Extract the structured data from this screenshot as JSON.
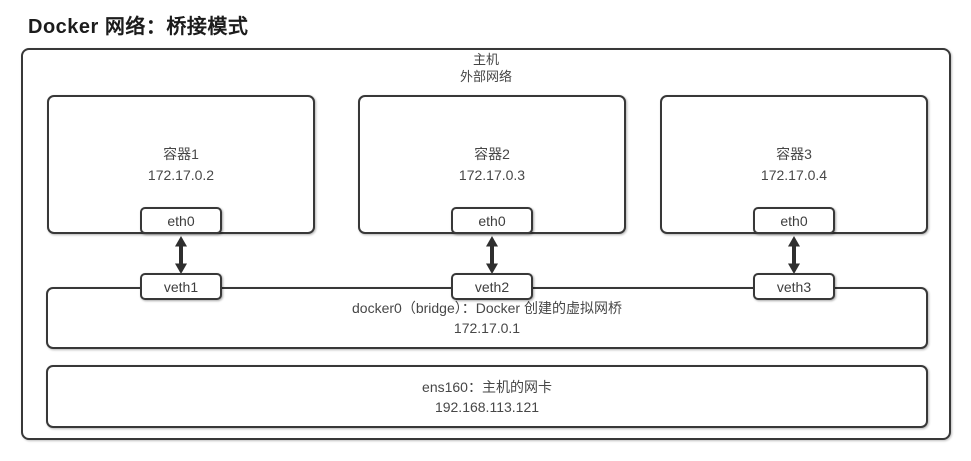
{
  "title": "Docker 网络：桥接模式",
  "host": {
    "label_line1": "主机",
    "label_line2": "外部网络"
  },
  "containers": [
    {
      "name": "容器1",
      "ip": "172.17.0.2",
      "port": "eth0",
      "veth": "veth1"
    },
    {
      "name": "容器2",
      "ip": "172.17.0.3",
      "port": "eth0",
      "veth": "veth2"
    },
    {
      "name": "容器3",
      "ip": "172.17.0.4",
      "port": "eth0",
      "veth": "veth3"
    }
  ],
  "bridge": {
    "label": "docker0（bridge）：Docker 创建的虚拟网桥",
    "ip": "172.17.0.1"
  },
  "nic": {
    "label": "ens160：主机的网卡",
    "ip": "192.168.113.121"
  },
  "colors": {
    "border": "#383838",
    "text": "#474747",
    "title": "#1c1c1c",
    "arrow": "#2e2e2e"
  }
}
